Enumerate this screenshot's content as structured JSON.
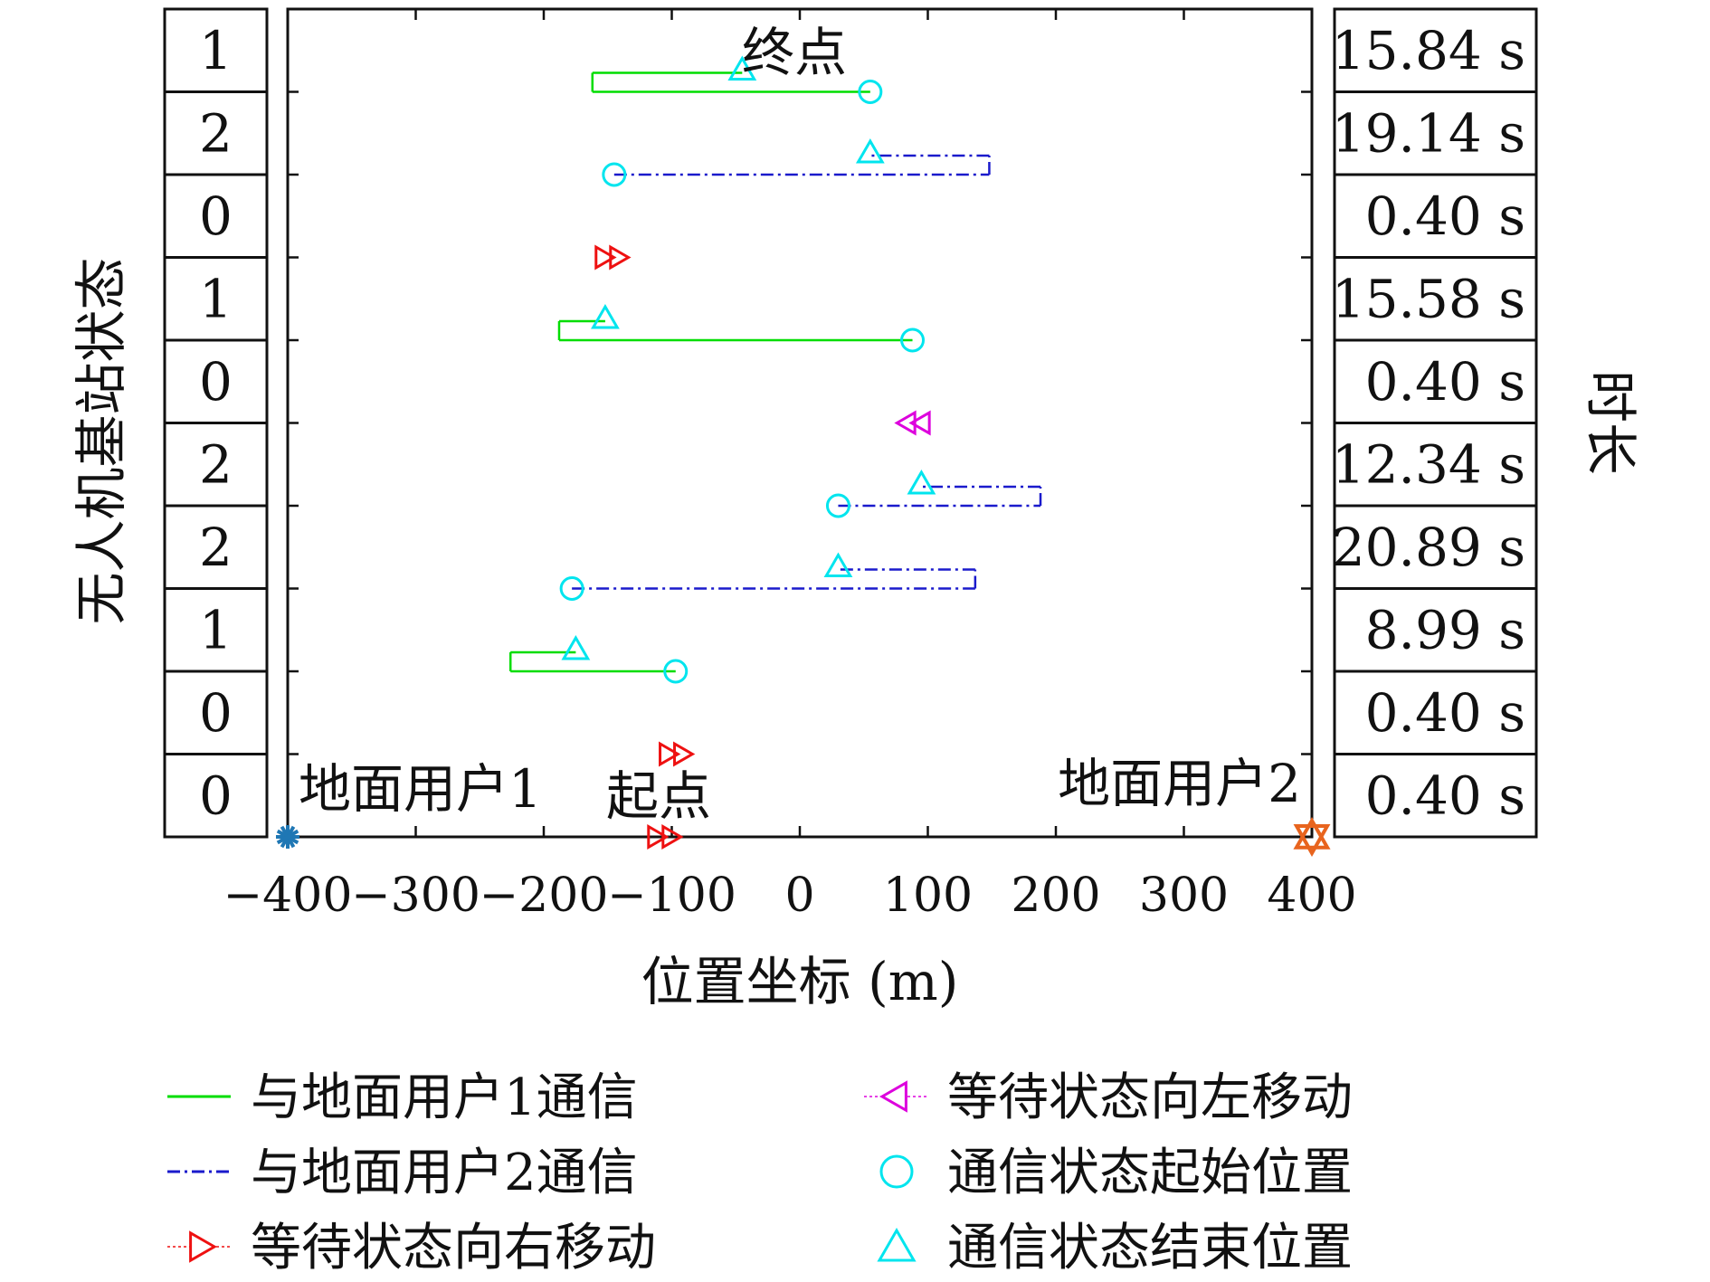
{
  "chart_data": {
    "type": "scatter",
    "xlabel": "位置坐标 (m)",
    "ylabel": "无人机基站状态",
    "right_label": "时长",
    "xlim": [
      -400,
      400
    ],
    "x_ticks": [
      -400,
      -300,
      -200,
      -100,
      0,
      100,
      200,
      300,
      400
    ],
    "x_tick_labels": [
      "−400",
      "−300",
      "−200",
      "−100",
      "0",
      "100",
      "200",
      "300",
      "400"
    ],
    "rows": 10,
    "states": [
      "1",
      "2",
      "0",
      "1",
      "0",
      "2",
      "2",
      "1",
      "0",
      "0"
    ],
    "durations": [
      "15.84 s",
      "19.14 s",
      "0.40 s",
      "15.58 s",
      "0.40 s",
      "12.34 s",
      "20.89 s",
      "8.99 s",
      "0.40 s",
      "0.40 s"
    ],
    "comm_segments": [
      {
        "row": 1,
        "user": 1,
        "start": 55,
        "end": -45,
        "extent": -162
      },
      {
        "row": 2,
        "user": 2,
        "start": -145,
        "end": 55,
        "extent": 148
      },
      {
        "row": 4,
        "user": 1,
        "start": 88,
        "end": -152,
        "extent": -188
      },
      {
        "row": 6,
        "user": 2,
        "start": 30,
        "end": 95,
        "extent": 188
      },
      {
        "row": 7,
        "user": 2,
        "start": -178,
        "end": 30,
        "extent": 137
      },
      {
        "row": 8,
        "user": 1,
        "start": -97,
        "end": -175,
        "extent": -226
      }
    ],
    "wait_markers": [
      {
        "row": 3,
        "x": -148,
        "direction": "right"
      },
      {
        "row": 5,
        "x": 90,
        "direction": "left"
      },
      {
        "row": 9,
        "x": -98,
        "direction": "right"
      },
      {
        "row": 10,
        "x": -107,
        "direction": "right"
      }
    ],
    "annotations": {
      "start_label": "起点",
      "end_label": "终点",
      "ground_user1": "地面用户1",
      "ground_user2": "地面用户2"
    },
    "ground_users": [
      {
        "name": "地面用户1",
        "x": -400,
        "color": "#1f77b4"
      },
      {
        "name": "地面用户2",
        "x": 400,
        "color": "#e8641e"
      }
    ],
    "legend": [
      {
        "label": "与地面用户1通信",
        "kind": "line-solid",
        "color": "#00dd00"
      },
      {
        "label": "与地面用户2通信",
        "kind": "line-dash",
        "color": "#1a1acc"
      },
      {
        "label": "等待状态向右移动",
        "kind": "tri-right",
        "color": "#ee1111"
      },
      {
        "label": "等待状态向左移动",
        "kind": "tri-left",
        "color": "#dd00dd"
      },
      {
        "label": "通信状态起始位置",
        "kind": "circle",
        "color": "#00e5ee"
      },
      {
        "label": "通信状态结束位置",
        "kind": "tri-up",
        "color": "#00e5ee"
      }
    ],
    "colors": {
      "user1": "#00dd00",
      "user2": "#1a1acc",
      "wait_right": "#ee1111",
      "wait_left": "#dd00dd",
      "marker": "#00e5ee",
      "frame": "#111111"
    }
  }
}
